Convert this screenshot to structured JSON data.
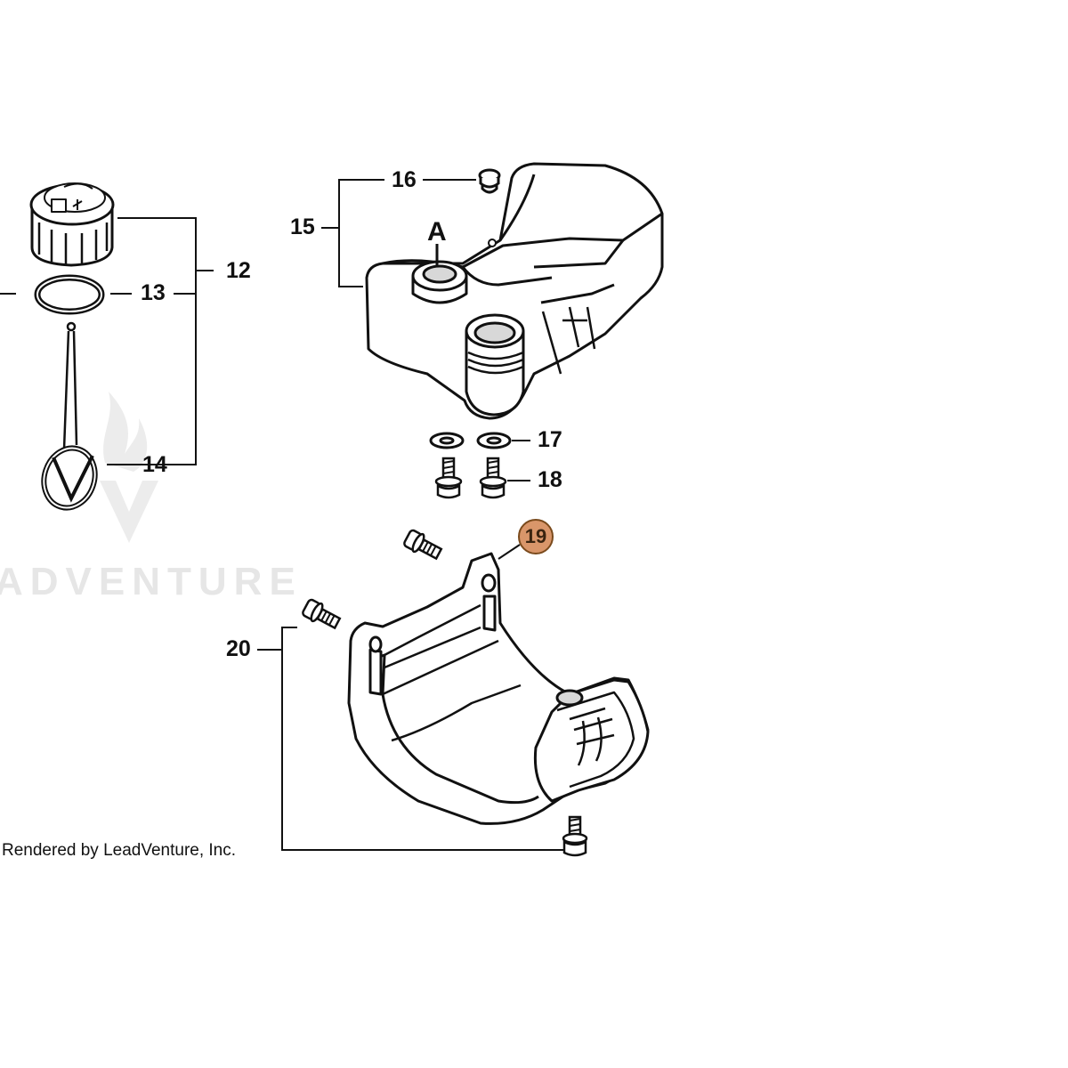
{
  "diagram": {
    "callouts": {
      "c12": "12",
      "c13": "13",
      "c14": "14",
      "c15": "15",
      "c16": "16",
      "c17": "17",
      "c18": "18",
      "c19": "19",
      "c20": "20",
      "cA": "A"
    },
    "highlight": {
      "part": "19",
      "fill": "#d9966a",
      "border": "#7a4a1c"
    },
    "watermark_text": "ADVENTURE",
    "credit": "Rendered by LeadVenture, Inc.",
    "colors": {
      "line": "#111111",
      "fill": "#ffffff",
      "shade": "#d8d8d8",
      "watermark": "#e6e6e6"
    }
  }
}
